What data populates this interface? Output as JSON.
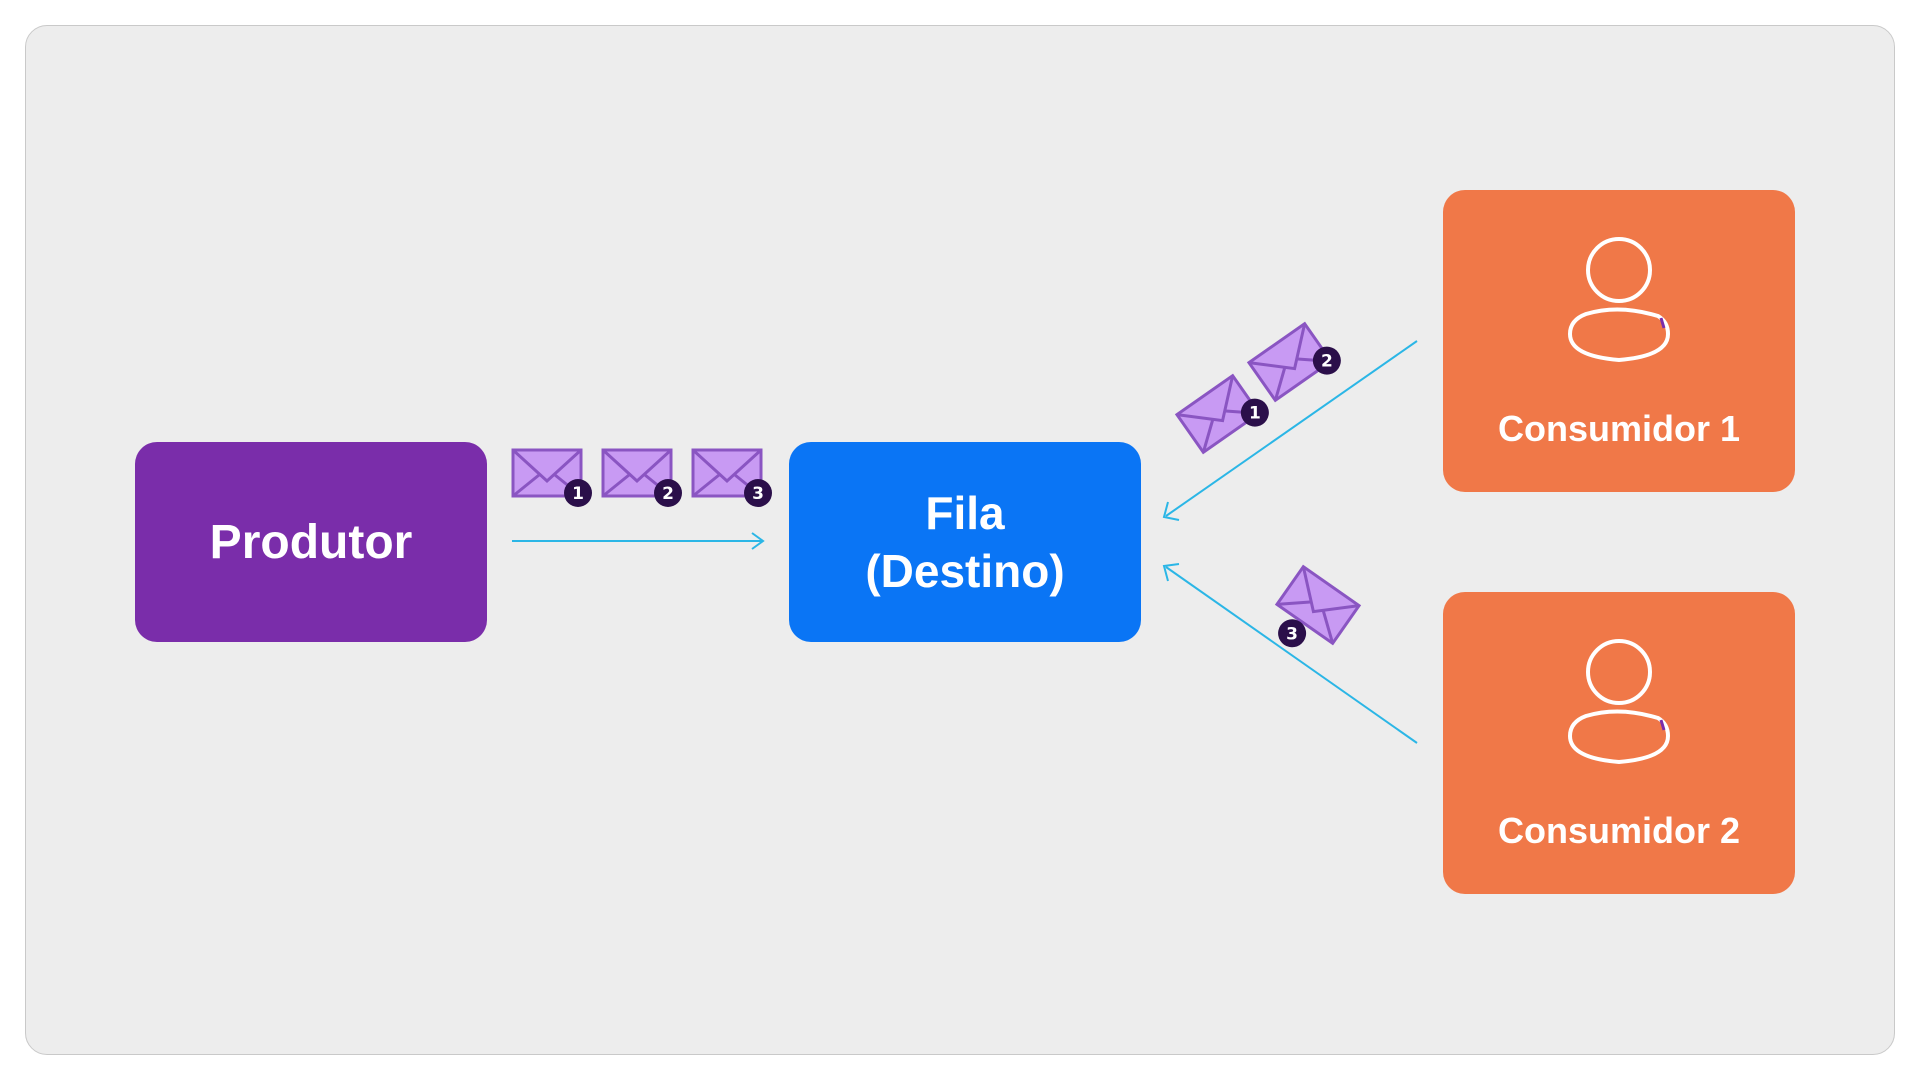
{
  "nodes": {
    "producer": {
      "label": "Produtor"
    },
    "queue": {
      "line1": "Fila",
      "line2": "(Destino)"
    },
    "consumer1": {
      "label": "Consumidor 1"
    },
    "consumer2": {
      "label": "Consumidor 2"
    }
  },
  "messages": {
    "m1": "1",
    "m2": "2",
    "m3": "3"
  },
  "colors": {
    "producer": "#7A2DAA",
    "queue": "#0A75F5",
    "consumer": "#F07848",
    "arrow": "#2BB6E6",
    "envelope_fill": "#C89AF3",
    "envelope_stroke": "#8A55C2",
    "badge": "#2B0F4A"
  },
  "icons": [
    "envelope-icon",
    "user-icon",
    "arrow-icon"
  ]
}
